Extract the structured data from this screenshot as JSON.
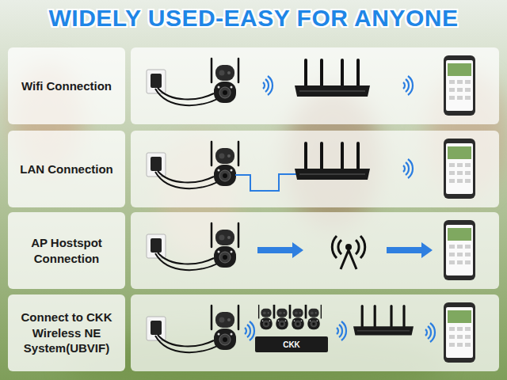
{
  "diagram": {
    "title": "WIDELY USED-EASY FOR ANYONE",
    "nodes": [
      {
        "text": [
          "Wifi Connection"
        ]
      },
      {
        "text": [
          "LAN Connection"
        ]
      },
      {
        "text": [
          "AP Hostspot Connection"
        ]
      },
      {
        "text": [
          "Connect to CKK Wireless NE System(UBVIF)"
        ]
      }
    ],
    "labels": [
      "CKK"
    ]
  }
}
